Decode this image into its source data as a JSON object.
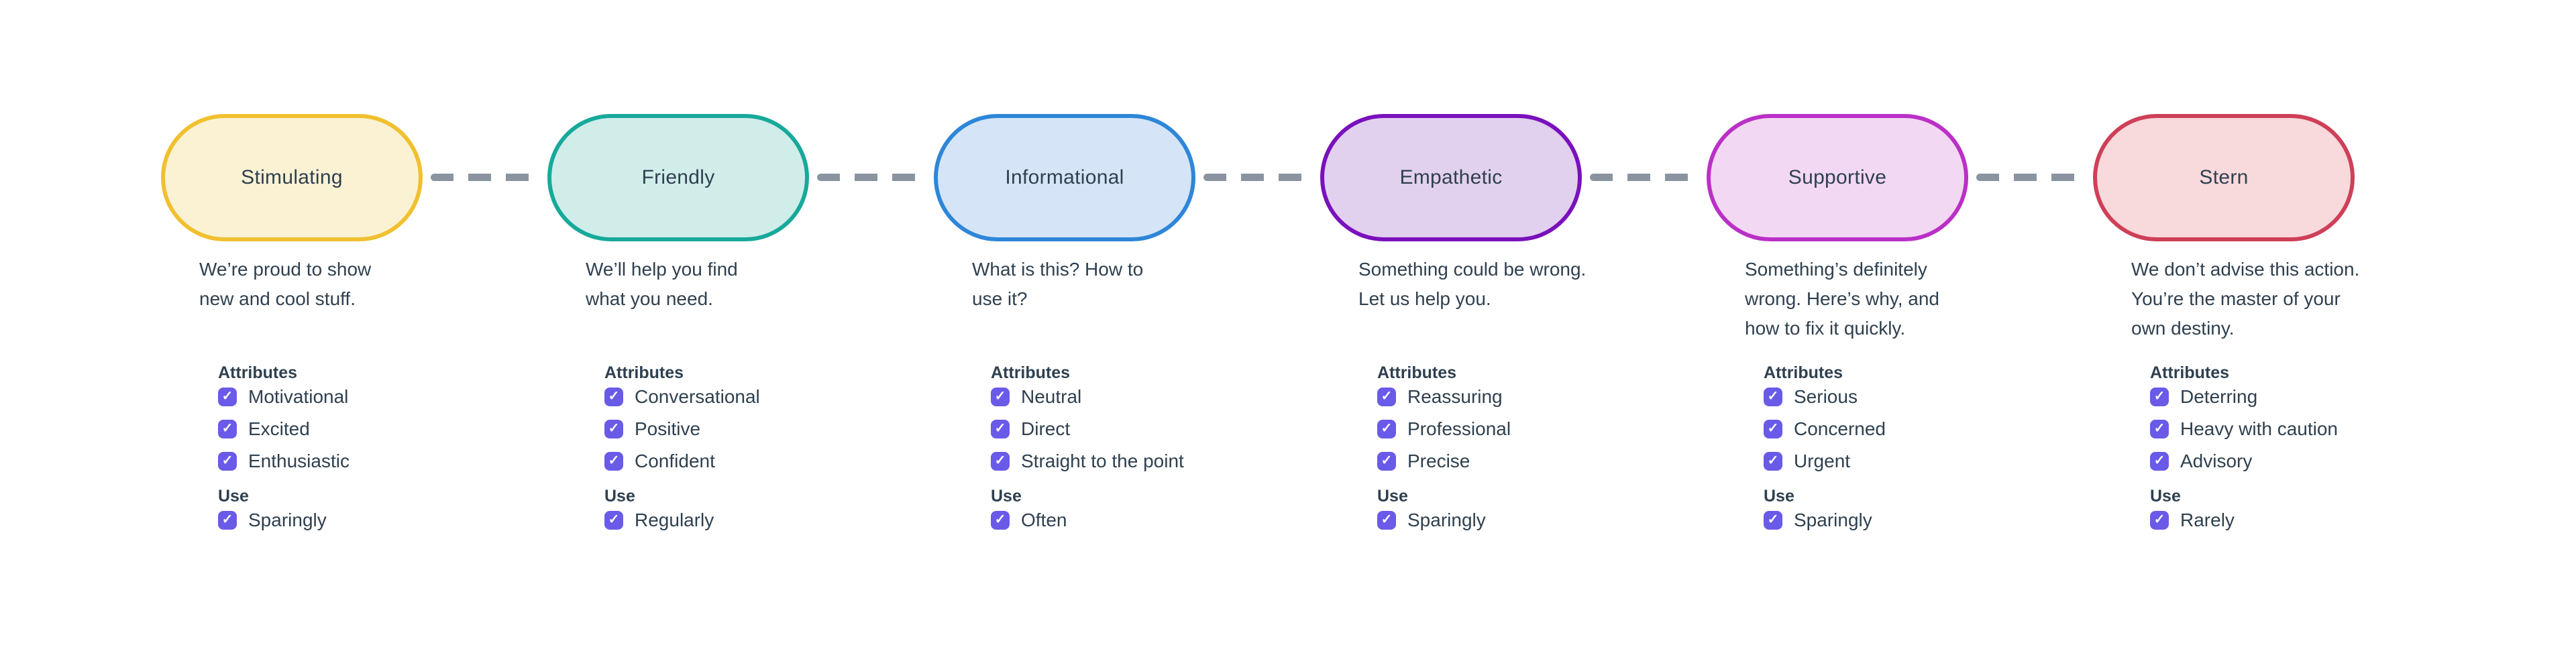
{
  "labels": {
    "attributes_header": "Attributes",
    "use_header": "Use"
  },
  "icons": {
    "checkmark": "✓"
  },
  "colors": {
    "background": "#FFFFFF",
    "text": "#2F404F",
    "checkbox": "#6A5AE8",
    "connector": "#8A94A1"
  },
  "tones": [
    {
      "label": "Stimulating",
      "description": "We’re proud to show\nnew and cool stuff.",
      "border_color": "#F0C02F",
      "fill_color": "#FBF2D4",
      "attributes": [
        "Motivational",
        "Excited",
        "Enthusiastic"
      ],
      "use": "Sparingly"
    },
    {
      "label": "Friendly",
      "description": "We’ll help you find\nwhat you need.",
      "border_color": "#17A99A",
      "fill_color": "#D0EDEA",
      "attributes": [
        "Conversational",
        "Positive",
        "Confident"
      ],
      "use": "Regularly"
    },
    {
      "label": "Informational",
      "description": "What is this? How to\nuse it?",
      "border_color": "#2E86D8",
      "fill_color": "#D5E5F7",
      "attributes": [
        "Neutral",
        "Direct",
        "Straight to the point"
      ],
      "use": "Often"
    },
    {
      "label": "Empathetic",
      "description": "Something could be wrong.\nLet us help you.",
      "border_color": "#7911BC",
      "fill_color": "#E2D0EF",
      "attributes": [
        "Reassuring",
        "Professional",
        "Precise"
      ],
      "use": "Sparingly"
    },
    {
      "label": "Supportive",
      "description": "Something’s definitely\nwrong. Here’s why, and\nhow to fix it quickly.",
      "border_color": "#BA30C7",
      "fill_color": "#F3D8F3",
      "attributes": [
        "Serious",
        "Concerned",
        "Urgent"
      ],
      "use": "Sparingly"
    },
    {
      "label": "Stern",
      "description": "We don’t advise this action.\nYou’re the master of your\nown destiny.",
      "border_color": "#CE4058",
      "fill_color": "#F8D9DC",
      "attributes": [
        "Deterring",
        "Heavy with caution",
        "Advisory"
      ],
      "use": "Rarely"
    }
  ]
}
